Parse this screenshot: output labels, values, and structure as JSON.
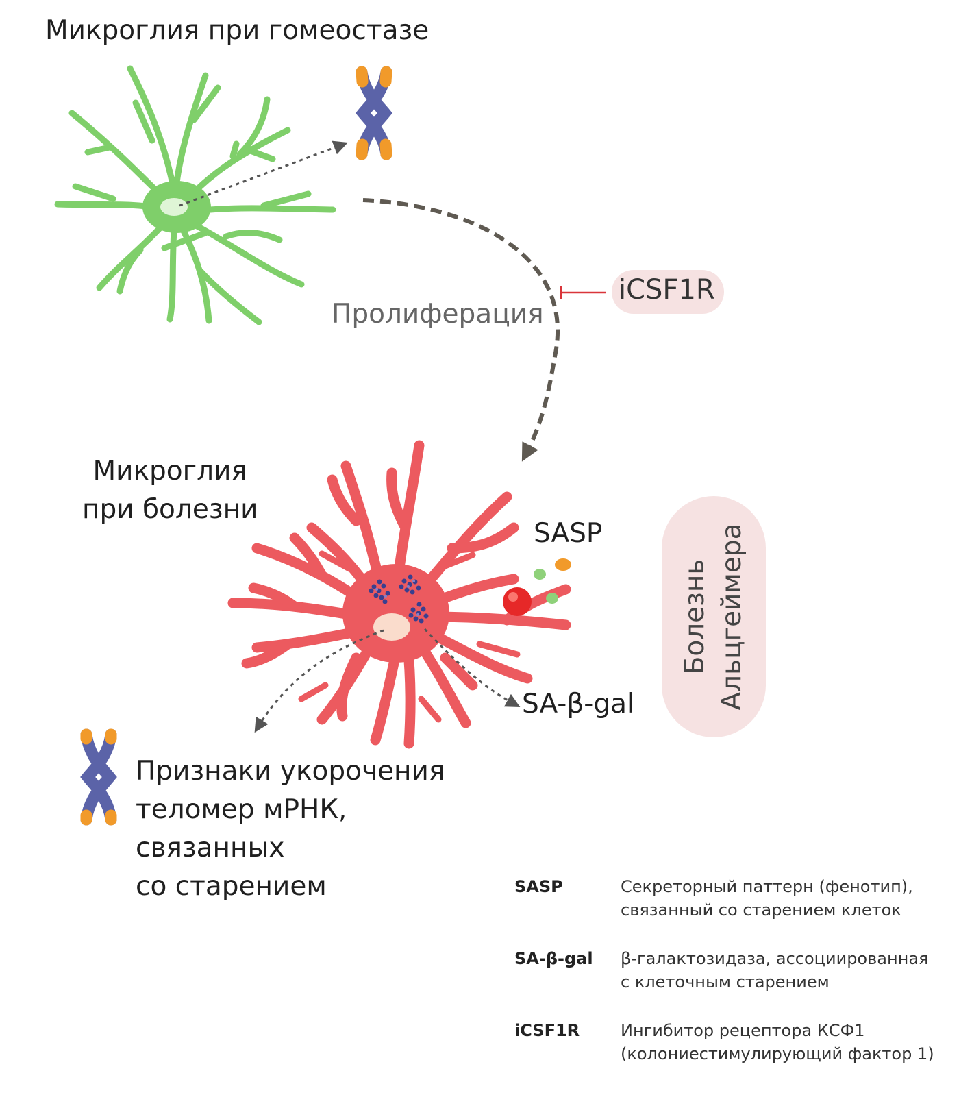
{
  "labels": {
    "title_homeostasis": "Микроглия при гомеостазе",
    "title_disease_line1": "Микроглия",
    "title_disease_line2": "при болезни",
    "proliferation": "Пролиферация",
    "inhibitor": "iCSF1R",
    "sasp": "SASP",
    "sa_beta_gal": "SA-β-gal",
    "disease_line1": "Болезнь",
    "disease_line2": "Альцгеймера",
    "signs_line1": "Признаки укорочения",
    "signs_line2": "теломер мРНК,",
    "signs_line3": "связанных",
    "signs_line4": "со старением"
  },
  "legend": [
    {
      "term": "SASP",
      "desc_line1": "Секреторный паттерн (фенотип),",
      "desc_line2": "связанный со старением клеток"
    },
    {
      "term": "SA-β-gal",
      "desc_line1": "β-галактозидаза, ассоциированная",
      "desc_line2": "с клеточным старением"
    },
    {
      "term": "iCSF1R",
      "desc_line1": "Ингибитор рецептора КСФ1",
      "desc_line2": "(колониестимулирующий фактор 1)"
    }
  ],
  "colors": {
    "healthy_microglia": "#7fcf6a",
    "disease_microglia": "#ec5a5f",
    "chromosome_body": "#5b63a8",
    "telomere": "#f19a2a",
    "arrow": "#5f5a52",
    "inhibition": "#d9353a",
    "pill_background": "#f6e2e2"
  },
  "icons": [
    "chromosome-icon",
    "sasp-particles-icon"
  ]
}
